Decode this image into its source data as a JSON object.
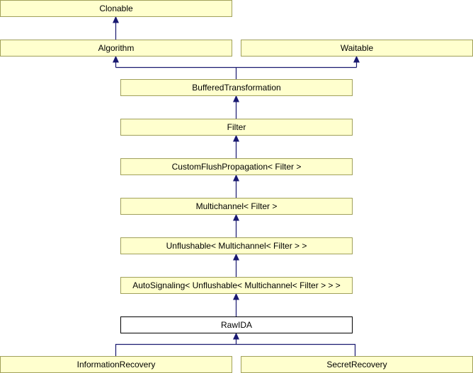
{
  "diagram": {
    "kind": "class-inheritance-diagram",
    "colors": {
      "node_fill": "#FFFFCE",
      "node_border": "#A0A05A",
      "focus_fill": "#FFFFFF",
      "focus_border": "#000000",
      "arrow": "#191970",
      "text": "#000000"
    },
    "nodes": [
      {
        "id": "clonable",
        "label": "Clonable"
      },
      {
        "id": "algorithm",
        "label": "Algorithm"
      },
      {
        "id": "waitable",
        "label": "Waitable"
      },
      {
        "id": "buffered-transformation",
        "label": "BufferedTransformation"
      },
      {
        "id": "filter",
        "label": "Filter"
      },
      {
        "id": "custom-flush-propagation",
        "label": "CustomFlushPropagation< Filter >"
      },
      {
        "id": "multichannel",
        "label": "Multichannel< Filter >"
      },
      {
        "id": "unflushable",
        "label": "Unflushable< Multichannel< Filter > >"
      },
      {
        "id": "auto-signaling",
        "label": "AutoSignaling< Unflushable< Multichannel< Filter > > >"
      },
      {
        "id": "raw-ida",
        "label": "RawIDA",
        "focus": true
      },
      {
        "id": "information-recovery",
        "label": "InformationRecovery"
      },
      {
        "id": "secret-recovery",
        "label": "SecretRecovery"
      }
    ],
    "edges": [
      {
        "from": "Algorithm",
        "to": "Clonable"
      },
      {
        "from": "BufferedTransformation",
        "to": "Algorithm"
      },
      {
        "from": "BufferedTransformation",
        "to": "Waitable"
      },
      {
        "from": "Filter",
        "to": "BufferedTransformation"
      },
      {
        "from": "CustomFlushPropagation< Filter >",
        "to": "Filter"
      },
      {
        "from": "Multichannel< Filter >",
        "to": "CustomFlushPropagation< Filter >"
      },
      {
        "from": "Unflushable< Multichannel< Filter > >",
        "to": "Multichannel< Filter >"
      },
      {
        "from": "AutoSignaling< Unflushable< Multichannel< Filter > > >",
        "to": "Unflushable< Multichannel< Filter > >"
      },
      {
        "from": "RawIDA",
        "to": "AutoSignaling< Unflushable< Multichannel< Filter > > >"
      },
      {
        "from": "InformationRecovery",
        "to": "RawIDA"
      },
      {
        "from": "SecretRecovery",
        "to": "RawIDA"
      }
    ]
  }
}
